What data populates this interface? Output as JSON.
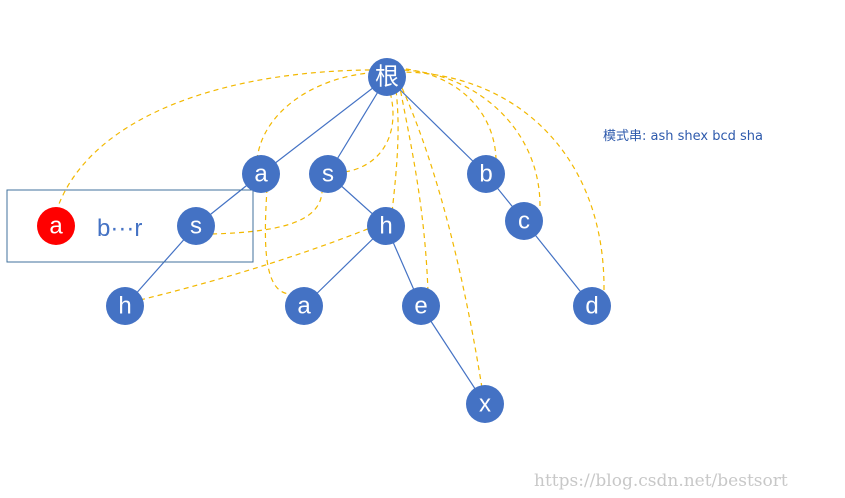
{
  "colors": {
    "node": "#4472C4",
    "highlight_node": "#FF0000",
    "edge": "#4472C4",
    "fail_link": "#F2B800",
    "box": "#41719C",
    "pattern_text": "#2E5AAC",
    "watermark": "#C8C8C8"
  },
  "nodes": {
    "root": "根",
    "a1": "a",
    "s1": "s",
    "b1": "b",
    "s2": "s",
    "h1": "h",
    "c1": "c",
    "h2": "h",
    "a2": "a",
    "e1": "e",
    "d1": "d",
    "x1": "x",
    "red_a": "a"
  },
  "box_label": "b···r",
  "pattern_label": "模式串:  ash   shex  bcd  sha",
  "watermark": "https://blog.csdn.net/bestsort"
}
